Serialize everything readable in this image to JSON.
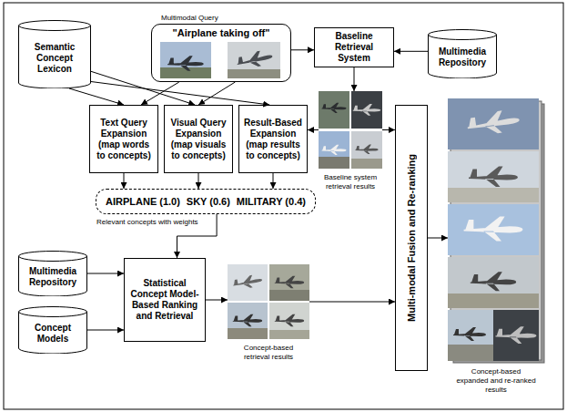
{
  "diagram": {
    "nodes": [
      {
        "text": [
          "Semantic Concept Lexicon"
        ]
      },
      {
        "text": [
          "Multimodal Query",
          "\"Airplane taking off\""
        ]
      },
      {
        "text": [
          "Baseline Retrieval System"
        ]
      },
      {
        "text": [
          "Multimedia Repository"
        ]
      },
      {
        "text": [
          "Text Query Expansion (map words to concepts)"
        ]
      },
      {
        "text": [
          "Visual Query Expansion (map visuals to concepts)"
        ]
      },
      {
        "text": [
          "Result-Based Expansion (map results to concepts)"
        ]
      },
      {
        "text": [
          "Baseline system retrieval results"
        ]
      },
      {
        "text": [
          "AIRPLANE (1.0)",
          "SKY (0.6)",
          "MILITARY (0.4)",
          "Relevant concepts with weights"
        ]
      },
      {
        "text": [
          "Multimedia Repository"
        ]
      },
      {
        "text": [
          "Concept Models"
        ]
      },
      {
        "text": [
          "Statistical Concept Model-Based Ranking and Retrieval"
        ]
      },
      {
        "text": [
          "Concept-based retrieval results"
        ]
      },
      {
        "text": [
          "Multi-modal Fusion and Re-ranking"
        ]
      },
      {
        "text": [
          "Concept-based expanded and re-ranked results"
        ]
      }
    ],
    "edges": [
      {
        "from": 0,
        "to": 4,
        "arrow": "to"
      },
      {
        "from": 0,
        "to": 5,
        "arrow": "to"
      },
      {
        "from": 0,
        "to": 6,
        "arrow": "to"
      },
      {
        "from": 1,
        "to": 4,
        "arrow": "to"
      },
      {
        "from": 1,
        "to": 5,
        "arrow": "to"
      },
      {
        "from": 1,
        "to": 2,
        "arrow": "to"
      },
      {
        "from": 3,
        "to": 2,
        "arrow": "to"
      },
      {
        "from": 2,
        "to": 7,
        "arrow": "to"
      },
      {
        "from": 7,
        "to": 6,
        "arrow": "to"
      },
      {
        "from": 7,
        "to": 13,
        "arrow": "to"
      },
      {
        "from": 4,
        "to": 8,
        "arrow": "to"
      },
      {
        "from": 5,
        "to": 8,
        "arrow": "to"
      },
      {
        "from": 6,
        "to": 8,
        "arrow": "to"
      },
      {
        "from": 8,
        "to": 11,
        "arrow": "to"
      },
      {
        "from": 9,
        "to": 11,
        "arrow": "to"
      },
      {
        "from": 10,
        "to": 11,
        "arrow": "to"
      },
      {
        "from": 11,
        "to": 12,
        "arrow": "to"
      },
      {
        "from": 12,
        "to": 13,
        "arrow": "to"
      },
      {
        "from": 13,
        "to": 14,
        "arrow": "to"
      }
    ]
  }
}
